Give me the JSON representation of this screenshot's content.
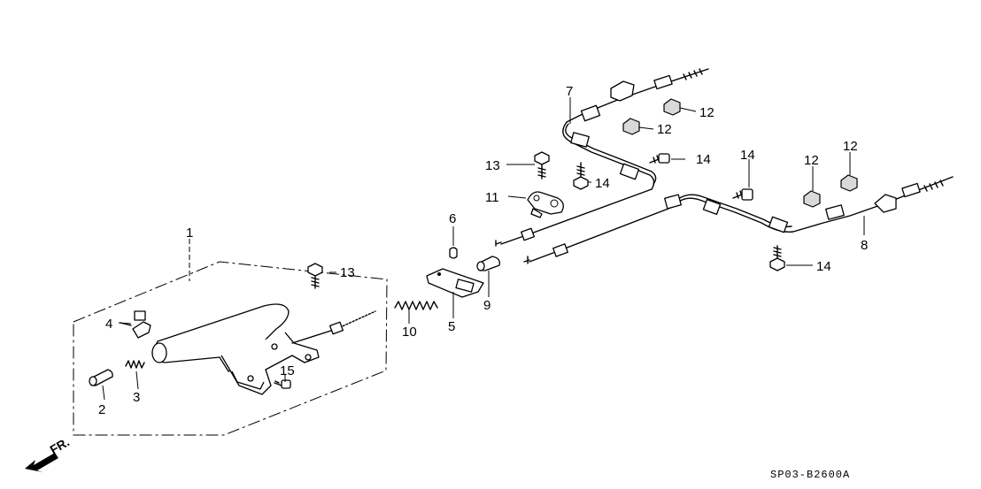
{
  "callouts": {
    "p1": "1",
    "p2": "2",
    "p3": "3",
    "p4": "4",
    "p5": "5",
    "p6": "6",
    "p7": "7",
    "p8": "8",
    "p9": "9",
    "p10": "10",
    "p11": "11",
    "p12a": "12",
    "p12b": "12",
    "p12c": "12",
    "p12d": "12",
    "p13a": "13",
    "p13b": "13",
    "p14a": "14",
    "p14b": "14",
    "p14c": "14",
    "p14d": "14",
    "p15": "15"
  },
  "diagram_code": "SP03-B2600A",
  "front_indicator": "FR."
}
